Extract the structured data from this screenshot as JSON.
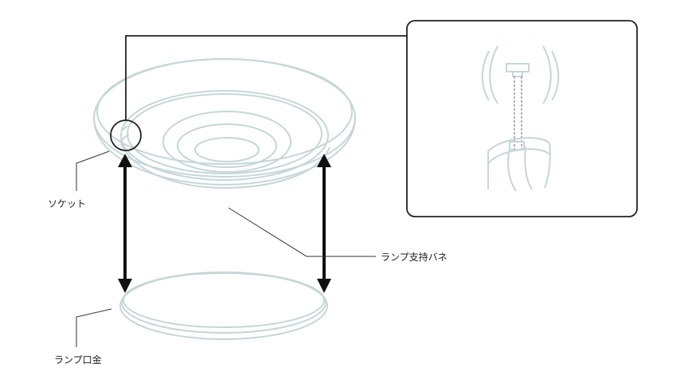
{
  "labels": {
    "socket": "ソケット",
    "spring": "ランプ支持バネ",
    "base": "ランプ口金"
  },
  "colors": {
    "outline": "#c6d6d8",
    "arrow": "#111111",
    "leader": "#333333",
    "frame": "#222222"
  }
}
